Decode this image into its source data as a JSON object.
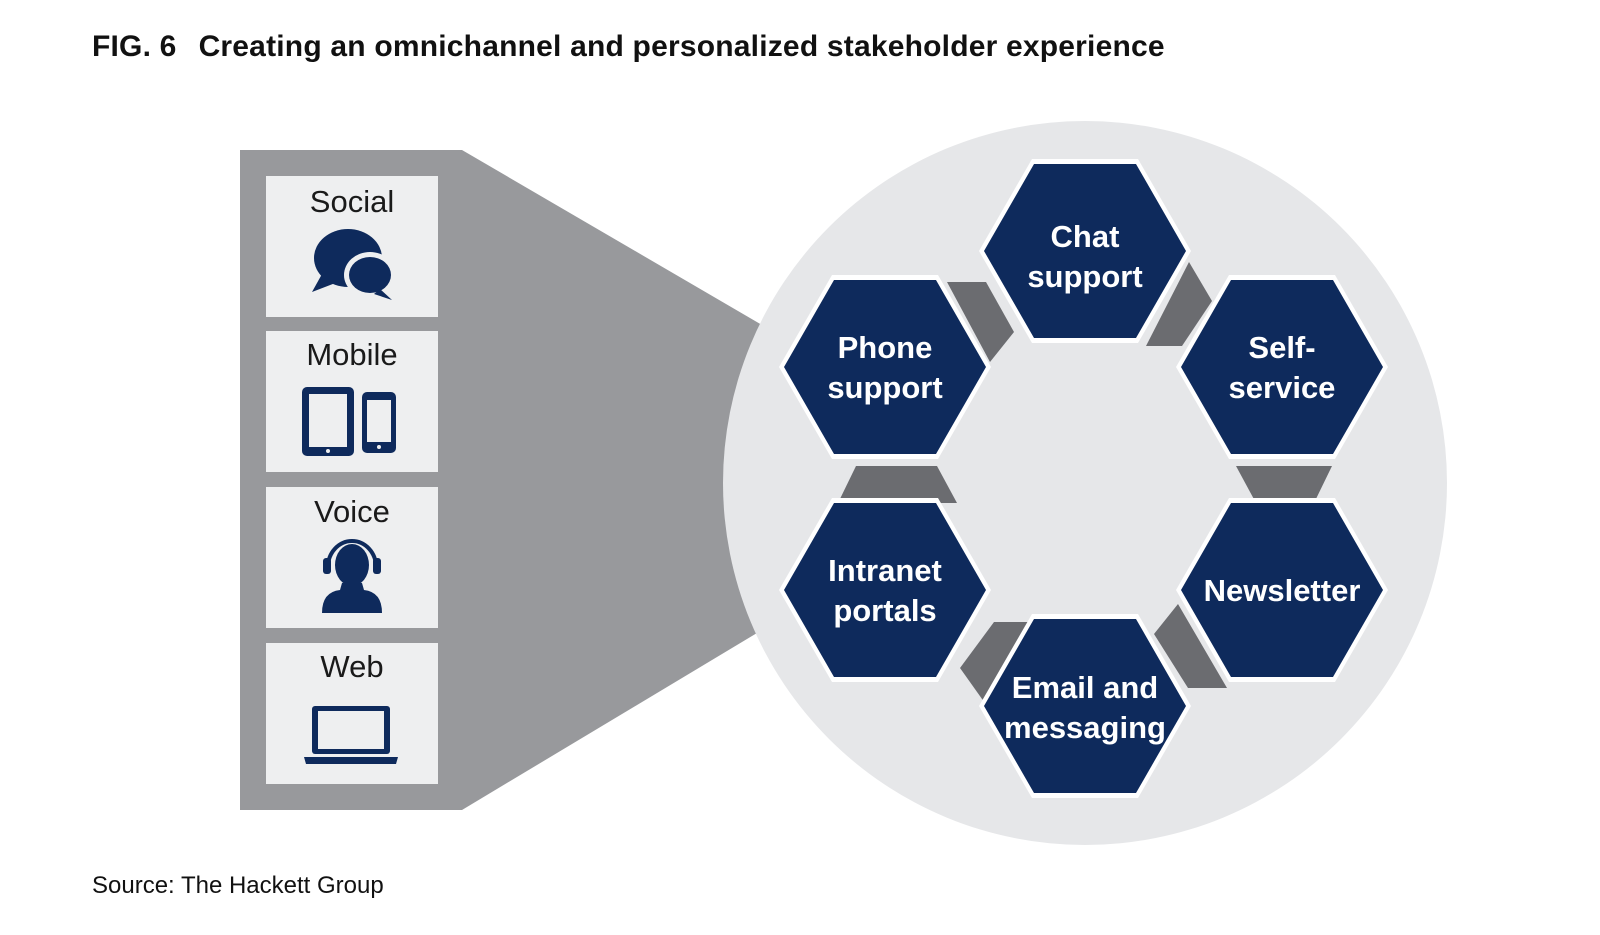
{
  "figure": {
    "number": "FIG. 6",
    "title": "Creating an omnichannel and personalized stakeholder experience",
    "source": "Source: The Hackett Group"
  },
  "channels": [
    {
      "label": "Social",
      "icon": "chat-bubbles-icon"
    },
    {
      "label": "Mobile",
      "icon": "tablet-phone-icon"
    },
    {
      "label": "Voice",
      "icon": "headset-person-icon"
    },
    {
      "label": "Web",
      "icon": "laptop-icon"
    }
  ],
  "hexagons": [
    {
      "lines": [
        "Chat",
        "support"
      ]
    },
    {
      "lines": [
        "Self-",
        "service"
      ]
    },
    {
      "lines": [
        "Newsletter"
      ]
    },
    {
      "lines": [
        "Email and",
        "messaging"
      ]
    },
    {
      "lines": [
        "Intranet",
        "portals"
      ]
    },
    {
      "lines": [
        "Phone",
        "support"
      ]
    }
  ],
  "colors": {
    "hexagon": "#0e2a5c",
    "connector": "#6b6c70",
    "circle": "#e6e7e9",
    "funnel": "#98999c",
    "tile": "#eeeff0",
    "icon": "#0e2a5c"
  }
}
